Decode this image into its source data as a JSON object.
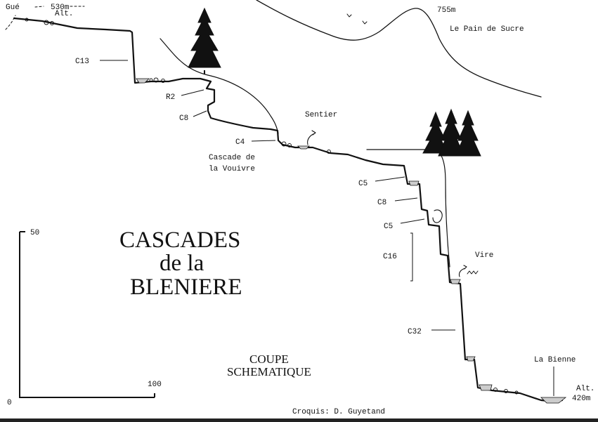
{
  "title": {
    "line1": "CASCADES",
    "line2": "de la",
    "line3": "BLENIERE"
  },
  "subtitle": {
    "line1": "COUPE",
    "line2": "SCHEMATIQUE"
  },
  "credit": "Croquis: D. Guyetand",
  "labels": {
    "gue": "Gué",
    "top_alt": "530m",
    "top_alt_unit": "Alt.",
    "peak_alt": "755m",
    "peak_name": "Le Pain de Sucre",
    "sentier": "Sentier",
    "cascade_line1": "Cascade de",
    "cascade_line2": "la Vouivre",
    "vire": "Vire",
    "river": "La Bienne",
    "bottom_alt_unit": "Alt.",
    "bottom_alt": "420m"
  },
  "drops": [
    "C13",
    "R2",
    "C8",
    "C4",
    "C5",
    "C8",
    "C5",
    "C16",
    "C32"
  ],
  "scale": {
    "vertical": "50",
    "horizontal": "100",
    "origin": "0"
  }
}
